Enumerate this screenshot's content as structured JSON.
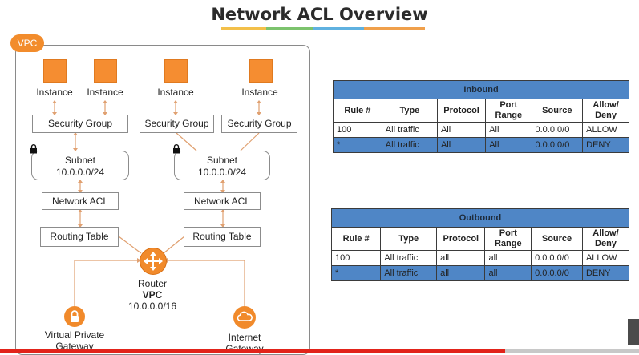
{
  "title": "Network ACL Overview",
  "vpc_tag": "VPC",
  "instances": [
    "Instance",
    "Instance",
    "Instance",
    "Instance"
  ],
  "security_groups": [
    "Security Group",
    "Security Group",
    "Security Group"
  ],
  "subnets": [
    {
      "name": "Subnet",
      "cidr": "10.0.0.0/24"
    },
    {
      "name": "Subnet",
      "cidr": "10.0.0.0/24"
    }
  ],
  "network_acls": [
    "Network ACL",
    "Network ACL"
  ],
  "routing_tables": [
    "Routing Table",
    "Routing Table"
  ],
  "router": {
    "label": "Router",
    "vpc": "VPC",
    "cidr": "10.0.0.0/16"
  },
  "gateways": [
    {
      "line1": "Virtual Private",
      "line2": "Gateway"
    },
    {
      "line1": "Internet",
      "line2": "Gateway"
    }
  ],
  "inbound": {
    "title": "Inbound",
    "columns": [
      "Rule #",
      "Type",
      "Protocol",
      "Port Range",
      "Source",
      "Allow/ Deny"
    ],
    "rows": [
      [
        "100",
        "All traffic",
        "All",
        "All",
        "0.0.0.0/0",
        "ALLOW"
      ],
      [
        "*",
        "All traffic",
        "All",
        "All",
        "0.0.0.0/0",
        "DENY"
      ]
    ]
  },
  "outbound": {
    "title": "Outbound",
    "columns": [
      "Rule #",
      "Type",
      "Protocol",
      "Port Range",
      "Source",
      "Allow/ Deny"
    ],
    "rows": [
      [
        "100",
        "All traffic",
        "all",
        "all",
        "0.0.0.0/0",
        "ALLOW"
      ],
      [
        "*",
        "All traffic",
        "all",
        "all",
        "0.0.0.0/0",
        "DENY"
      ]
    ]
  },
  "colors": {
    "accent_orange": "#f28c2c",
    "table_blue": "#4f86c6",
    "connector": "#e0a070",
    "progress_red": "#e2231a"
  },
  "video_progress": 0.79
}
